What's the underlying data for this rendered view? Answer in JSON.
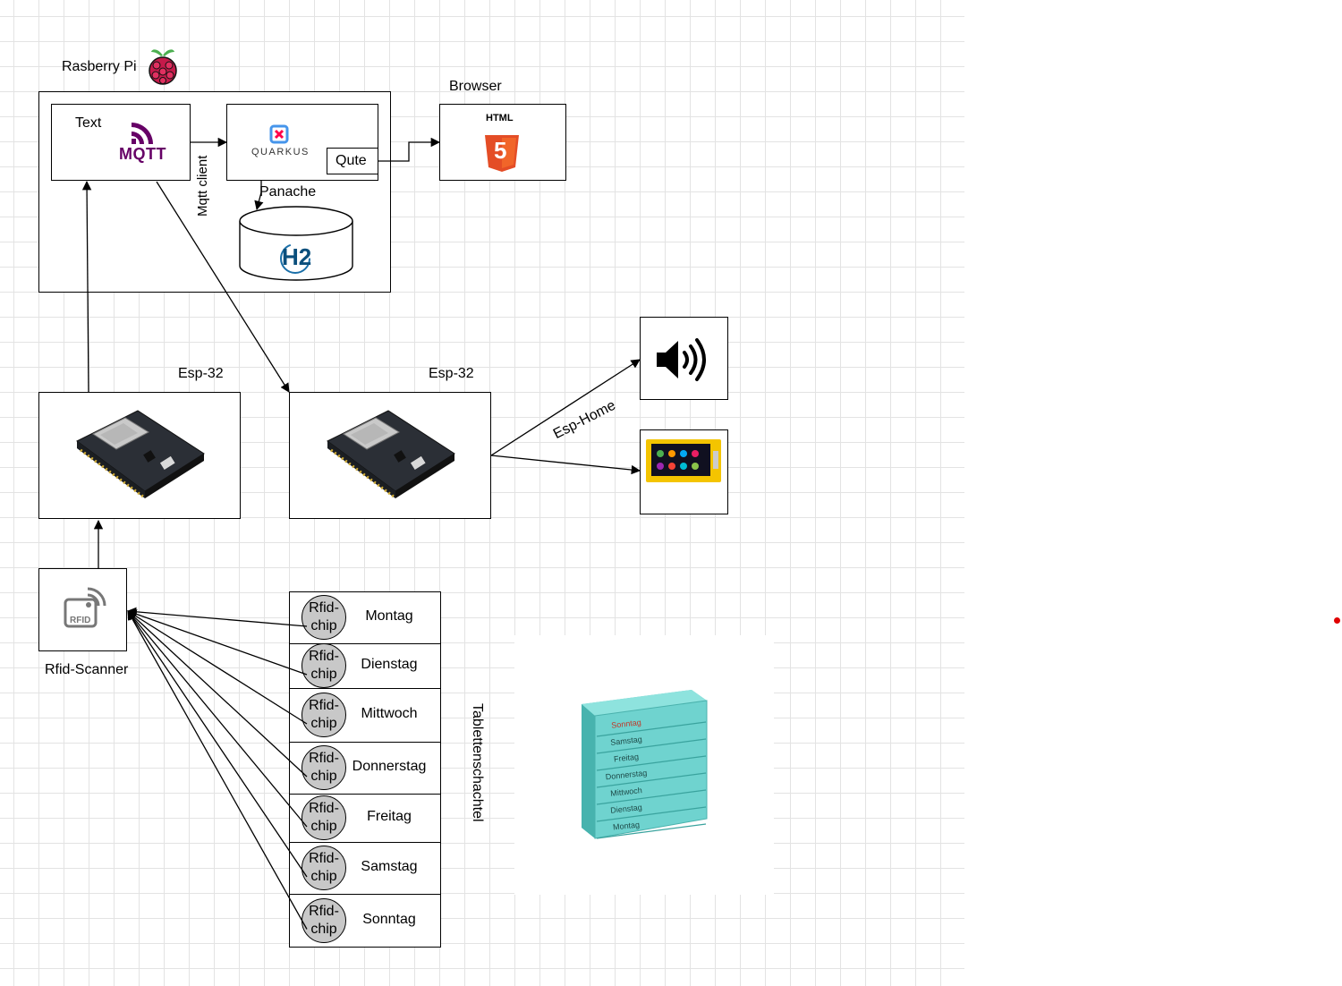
{
  "raspberry": {
    "label": "Rasberry Pi",
    "icon": "raspberry-pi-logo-icon"
  },
  "mqtt": {
    "text_label": "Text",
    "logo_text": "MQTT",
    "client_label": "Mqtt client"
  },
  "quarkus": {
    "logo_text": "QUARKUS",
    "qute_label": "Qute",
    "panache_label": "Panache"
  },
  "database": {
    "logo_text": "H2"
  },
  "browser": {
    "label": "Browser",
    "logo_text": "HTML",
    "logo_number": "5"
  },
  "esp_left": {
    "label": "Esp-32"
  },
  "esp_right": {
    "label": "Esp-32"
  },
  "esphome": {
    "label": "Esp-Home"
  },
  "speaker": {
    "icon": "speaker-icon"
  },
  "display": {
    "icon": "touch-display-icon"
  },
  "rfid": {
    "label": "Rfid-Scanner",
    "icon_text": "RFID"
  },
  "pillbox": {
    "label": "Tablettenschachtel",
    "chip_line1": "Rfid-",
    "chip_line2": "chip",
    "days": [
      "Montag",
      "Dienstag",
      "Mittwoch",
      "Donnerstag",
      "Freitag",
      "Samstag",
      "Sonntag"
    ],
    "photo_days": [
      "Sonntag",
      "Samstag",
      "Freitag",
      "Donnerstag",
      "Mittwoch",
      "Dienstag",
      "Montag"
    ]
  },
  "colors": {
    "chip_fill": "#c8c8c8",
    "mqtt_purple": "#660066",
    "html5_orange": "#e44d26",
    "pillbox_teal": "#6fd3cf",
    "cursor_red": "#e00000"
  }
}
